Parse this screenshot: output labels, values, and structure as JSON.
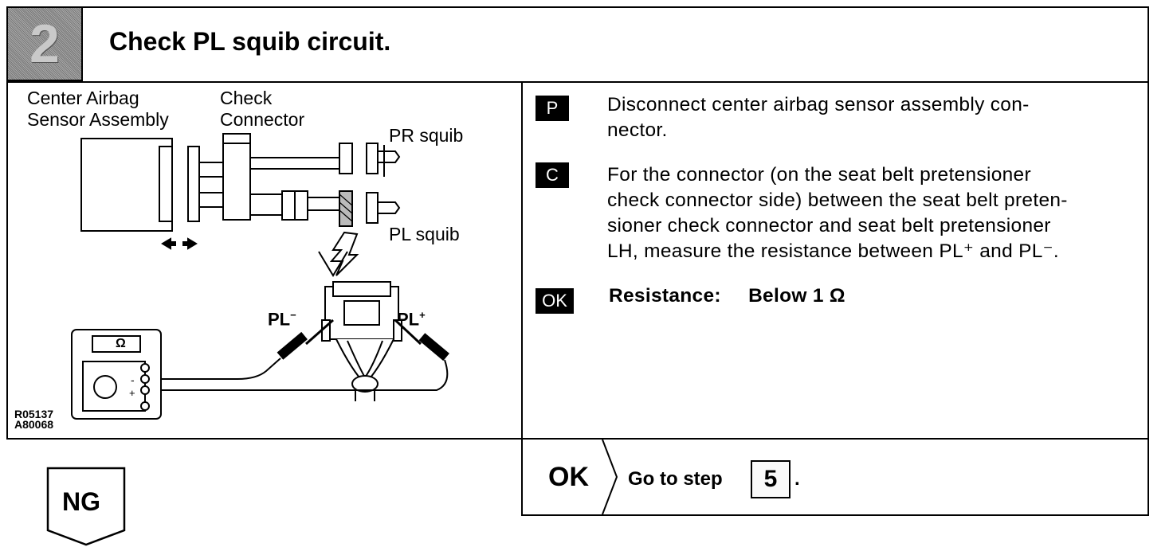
{
  "header": {
    "step_number": "2",
    "title": "Check PL squib circuit."
  },
  "diagram": {
    "label_sensor_line1": "Center Airbag",
    "label_sensor_line2": "Sensor Assembly",
    "label_check_line1": "Check",
    "label_check_line2": "Connector",
    "label_pr_squib": "PR squib",
    "label_pl_squib": "PL squib",
    "label_pl_minus": "PL",
    "label_pl_plus": "PL",
    "label_ohm": "Ω",
    "ref_code_1": "R05137",
    "ref_code_2": "A80068"
  },
  "instructions": {
    "p_tag": "P",
    "p_line1": "Disconnect center airbag sensor assembly con-",
    "p_line2": "nector.",
    "c_tag": "C",
    "c_line1": "For the connector (on the seat belt pretensioner",
    "c_line2": "check connector side) between the seat belt preten-",
    "c_line3": "sioner check connector and seat belt pretensioner",
    "c_line4": "LH, measure the resistance between PL⁺ and PL⁻.",
    "ok_tag": "OK",
    "resistance_label": "Resistance:",
    "resistance_value": "Below 1 Ω"
  },
  "result": {
    "ok_label": "OK",
    "goto_text": "Go to step",
    "goto_step": "5",
    "goto_period": ".",
    "ng_label": "NG"
  }
}
